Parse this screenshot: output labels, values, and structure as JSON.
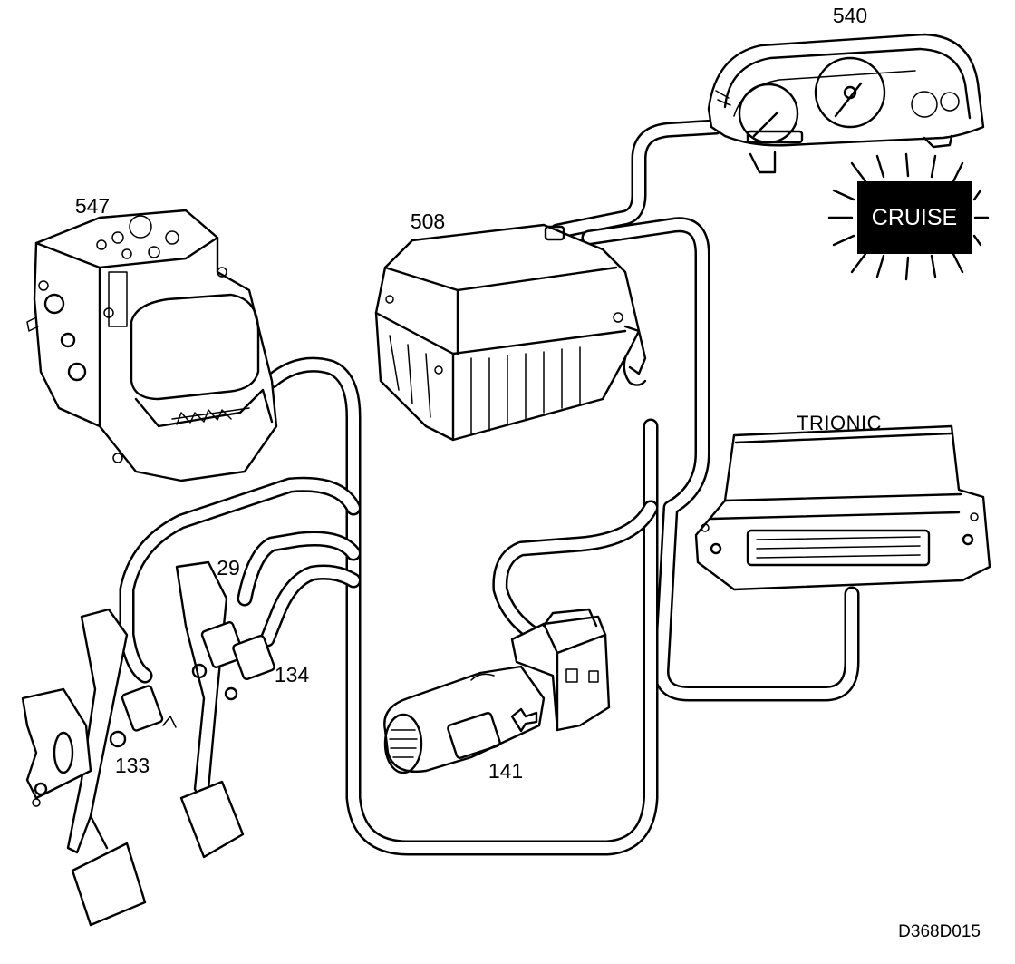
{
  "callouts": {
    "instrument_cluster": "540",
    "abs_unit": "547",
    "cruise_module": "508",
    "engine_ecu": "TRIONIC",
    "pedal_switch_29": "29",
    "pedal_switch_134": "134",
    "pedal_switch_133": "133",
    "cruise_stalk": "141"
  },
  "indicator": {
    "text": "CRUISE",
    "background": "#000000",
    "text_color": "#ffffff"
  },
  "figure_code": "D368D015"
}
